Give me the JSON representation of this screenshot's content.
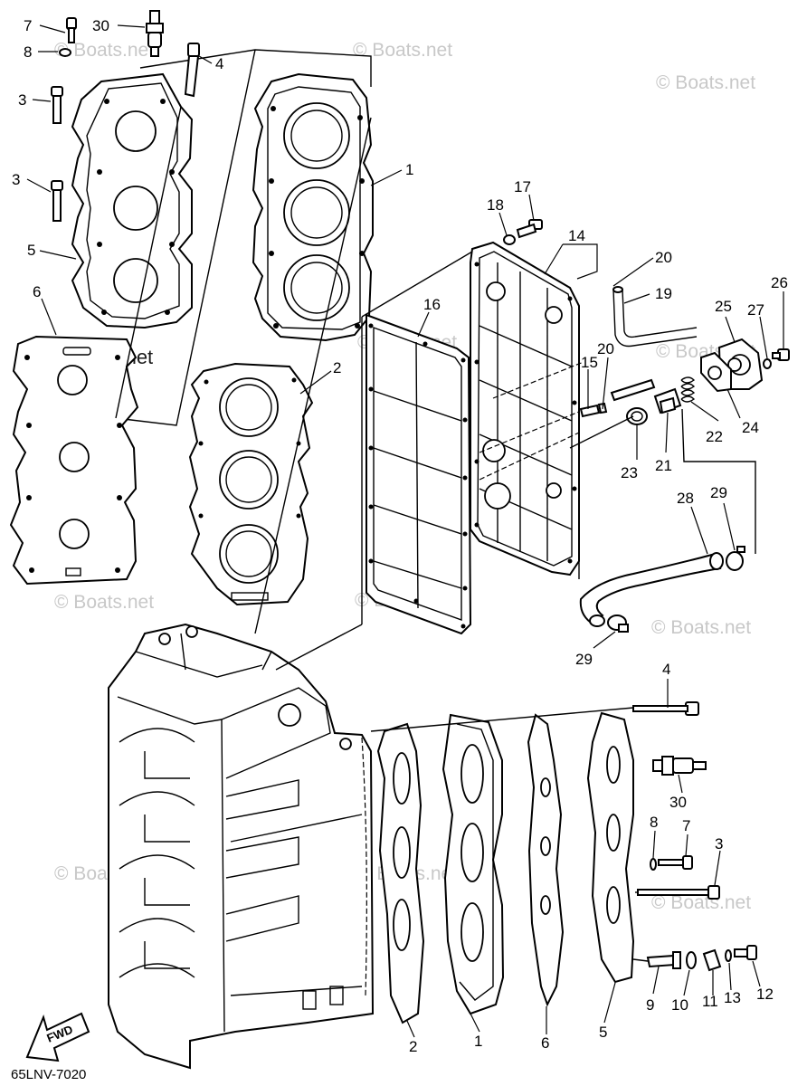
{
  "watermarks": {
    "boats": "© Boats.net",
    "boats_dark": "©Boats.net"
  },
  "diagram_code": "65LNV-7020",
  "fwd_label": "FWD",
  "callouts": {
    "c7_top": "7",
    "c30_top": "30",
    "c8_top": "8",
    "c4_top": "4",
    "c3_a": "3",
    "c3_b": "3",
    "c5_top": "5",
    "c6_top": "6",
    "c1_top": "1",
    "c2_top": "2",
    "c17": "17",
    "c18": "18",
    "c14": "14",
    "c20_a": "20",
    "c19": "19",
    "c26": "26",
    "c25": "25",
    "c27": "27",
    "c16": "16",
    "c20_b": "20",
    "c15": "15",
    "c22": "22",
    "c24": "24",
    "c23": "23",
    "c21": "21",
    "c28": "28",
    "c29_a": "29",
    "c29_b": "29",
    "c4_bot": "4",
    "c30_bot": "30",
    "c8_bot": "8",
    "c7_bot": "7",
    "c3_bot": "3",
    "c9": "9",
    "c10": "10",
    "c11": "11",
    "c13": "13",
    "c12": "12",
    "c2_bot": "2",
    "c1_bot": "1",
    "c6_bot": "6",
    "c5_bot": "5"
  }
}
